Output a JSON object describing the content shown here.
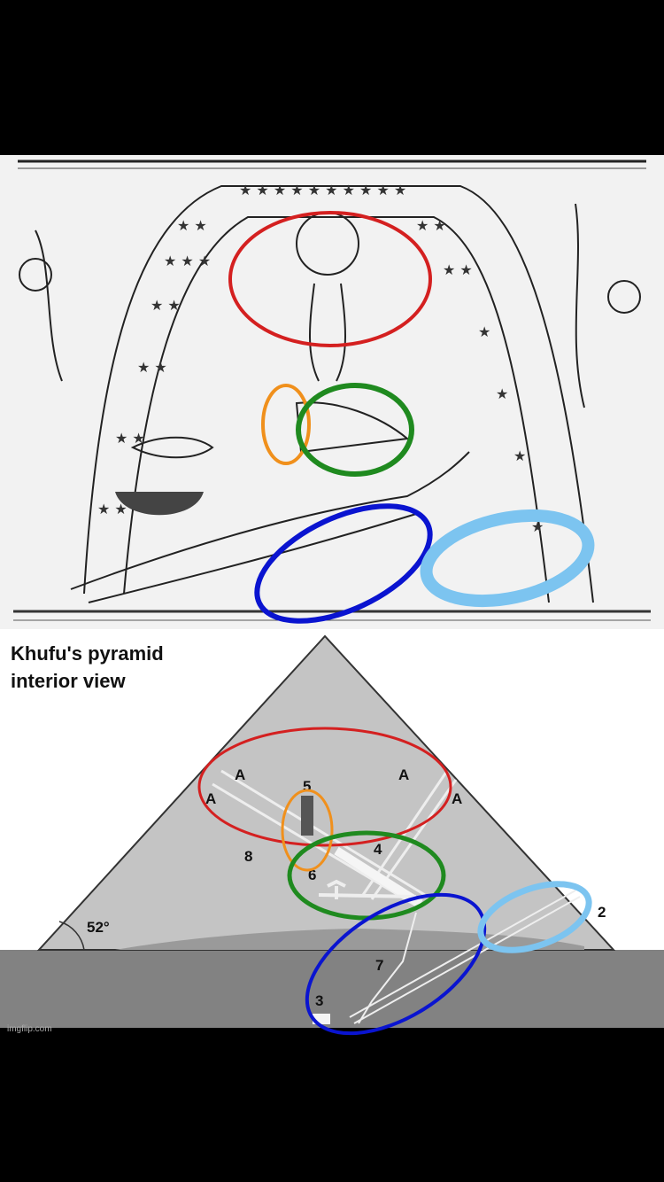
{
  "diagram_title": {
    "line1": "Khufu's pyramid",
    "line2": "interior view"
  },
  "pyramid_labels": {
    "a1": "A",
    "a2": "A",
    "a3": "A",
    "a4": "A",
    "n5": "5",
    "n4": "4",
    "n8": "8",
    "n6": "6",
    "n2": "2",
    "n7": "7",
    "n3": "3",
    "angle": "52°"
  },
  "watermark": "imgflip.com",
  "highlight_colors": {
    "red": "#d42020",
    "orange": "#f0901c",
    "green": "#1f8a1f",
    "blue": "#0a14d0",
    "light_blue": "#7cc4f0"
  }
}
